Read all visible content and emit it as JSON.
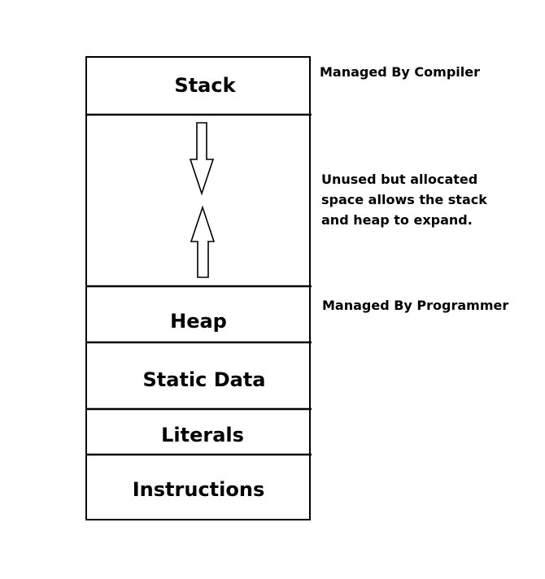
{
  "segments": {
    "stack": "Stack",
    "heap": "Heap",
    "static_data": "Static Data",
    "literals": "Literals",
    "instructions": "Instructions"
  },
  "notes": {
    "compiler": "Managed By Compiler",
    "unused_lines": [
      "Unused but allocated",
      "space allows the stack",
      "and heap to expand."
    ],
    "programmer": "Managed By Programmer"
  }
}
